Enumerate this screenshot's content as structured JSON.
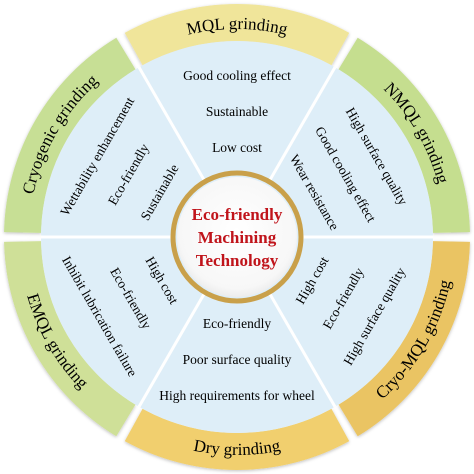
{
  "center": {
    "lines": [
      "Eco-friendly",
      "Machining",
      "Technology"
    ]
  },
  "colors": {
    "inner_fill": "#deeef8",
    "divider": "#ffffff",
    "center_text": "#c0141b",
    "center_ring": "#c9a04a"
  },
  "sectors": [
    {
      "name": "MQL grinding",
      "band_color": "#f0e59a",
      "items": [
        "Good cooling effect",
        "Sustainable",
        "Low cost"
      ]
    },
    {
      "name": "NMQL grinding",
      "band_color": "#c5de8f",
      "items": [
        "High surface quality",
        "Good cooling effect",
        "Wear resistance"
      ]
    },
    {
      "name": "Cryo-MQL grinding",
      "band_color": "#eac463",
      "items": [
        "High surface quality",
        "Eco-friendly",
        "High cost"
      ]
    },
    {
      "name": "Dry grinding",
      "band_color": "#f1cf6e",
      "items": [
        "High requirements for wheel",
        "Poor surface quality",
        "Eco-friendly"
      ]
    },
    {
      "name": "EMQL grinding",
      "band_color": "#cfe098",
      "items": [
        "Inhibit lubrication failure",
        "Eco-friendly",
        "High cost"
      ]
    },
    {
      "name": "Cryogenic grinding",
      "band_color": "#c7df95",
      "items": [
        "Wettability enhancement",
        "Eco-friendly",
        "Sustainable"
      ]
    }
  ]
}
